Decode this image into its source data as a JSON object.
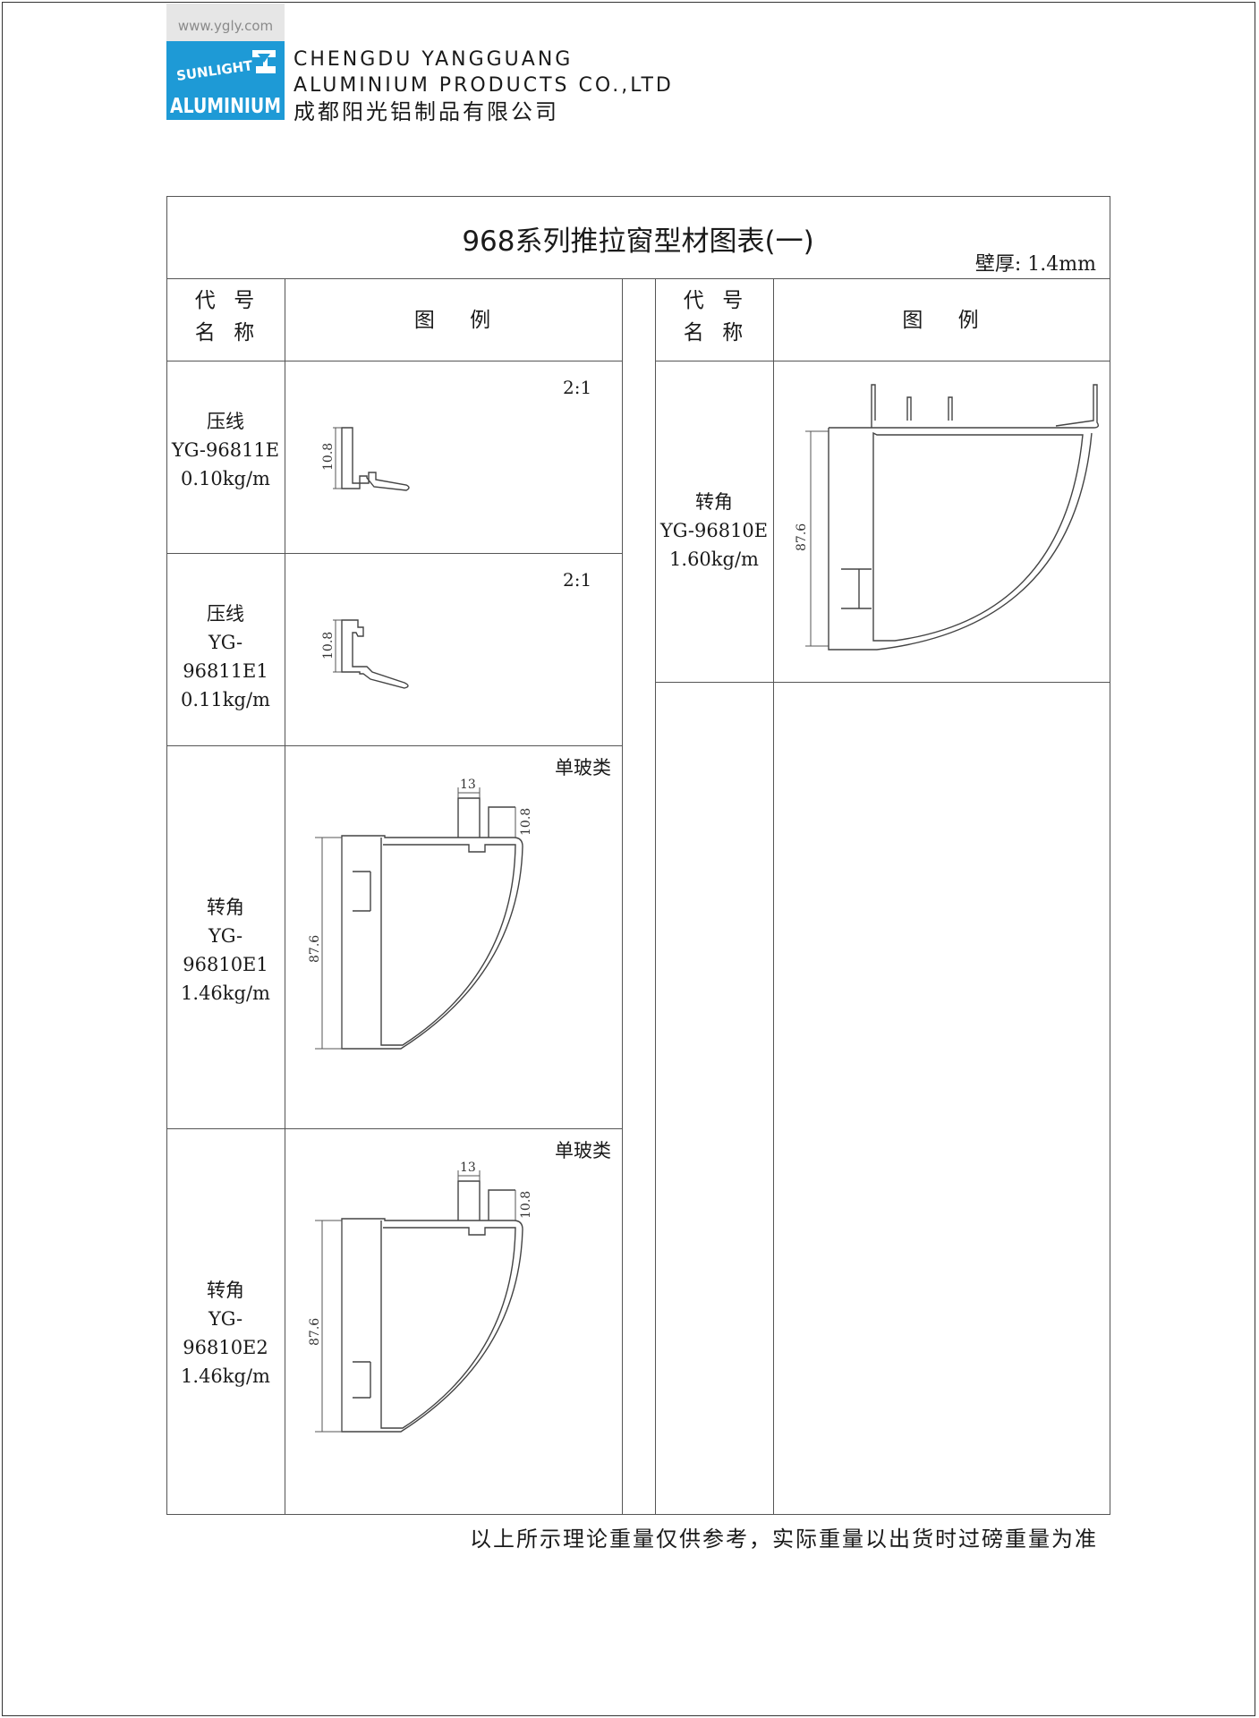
{
  "header": {
    "logo_site": "www.ygly.com",
    "logo_word_top": "SUNLIGHT",
    "logo_word_bottom": "ALUMINIUM",
    "company_en_line1": "CHENGDU YANGGUANG",
    "company_en_line2": "ALUMINIUM PRODUCTS CO.,LTD",
    "company_cn": "成都阳光铝制品有限公司",
    "brand_color": "#1e9ad6"
  },
  "document": {
    "title": "968系列推拉窗型材图表(一)",
    "wall_thickness": "壁厚: 1.4mm",
    "footer_note": "以上所示理论重量仅供参考，实际重量以出货时过磅重量为准"
  },
  "table_headers": {
    "code_name": "代  号\n名  称",
    "drawing": "图    例"
  },
  "left_rows": [
    {
      "name": "压线",
      "code": "YG-96811E",
      "weight": "0.10kg/m",
      "note": "2:1",
      "dim_height": "10.8"
    },
    {
      "name": "压线",
      "code": "YG-96811E1",
      "weight": "0.11kg/m",
      "note": "2:1",
      "dim_height": "10.8"
    },
    {
      "name": "转角",
      "code": "YG-96810E1",
      "weight": "1.46kg/m",
      "note": "单玻类",
      "dim_width": "13",
      "dim_height": "10.8",
      "dim_main": "87.6"
    },
    {
      "name": "转角",
      "code": "YG-96810E2",
      "weight": "1.46kg/m",
      "note": "单玻类",
      "dim_width": "13",
      "dim_height": "10.8",
      "dim_main": "87.6"
    }
  ],
  "right_rows": [
    {
      "name": "转角",
      "code": "YG-96810E",
      "weight": "1.60kg/m",
      "dim_main": "87.6"
    }
  ]
}
